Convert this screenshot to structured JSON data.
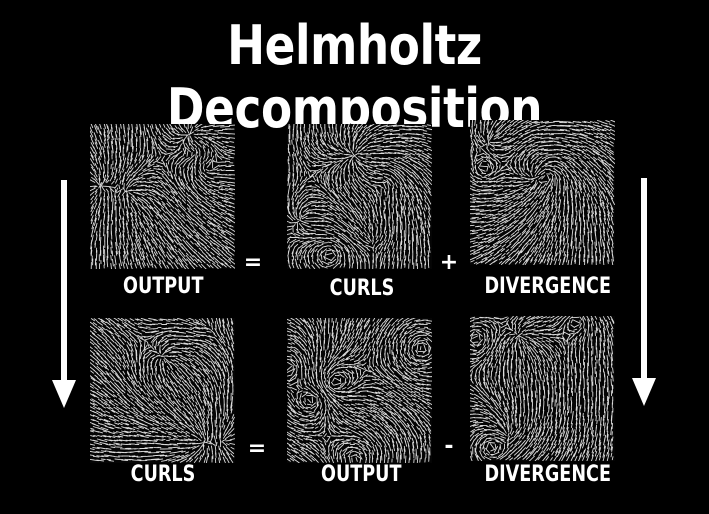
{
  "title": "Helmholtz Decomposition",
  "rows": [
    {
      "fields": [
        "field-a",
        "field-b",
        "field-c"
      ],
      "labels": [
        "OUTPUT",
        "CURLS",
        "DIVERGENCE"
      ],
      "operators": [
        "=",
        "+"
      ]
    },
    {
      "fields": [
        "field-d",
        "field-e",
        "field-f"
      ],
      "labels": [
        "CURLS",
        "OUTPUT",
        "DIVERGENCE"
      ],
      "operators": [
        "=",
        "-"
      ]
    }
  ],
  "arrows": [
    "down",
    "down"
  ],
  "colors": {
    "background": "#000000",
    "foreground": "#ffffff"
  }
}
